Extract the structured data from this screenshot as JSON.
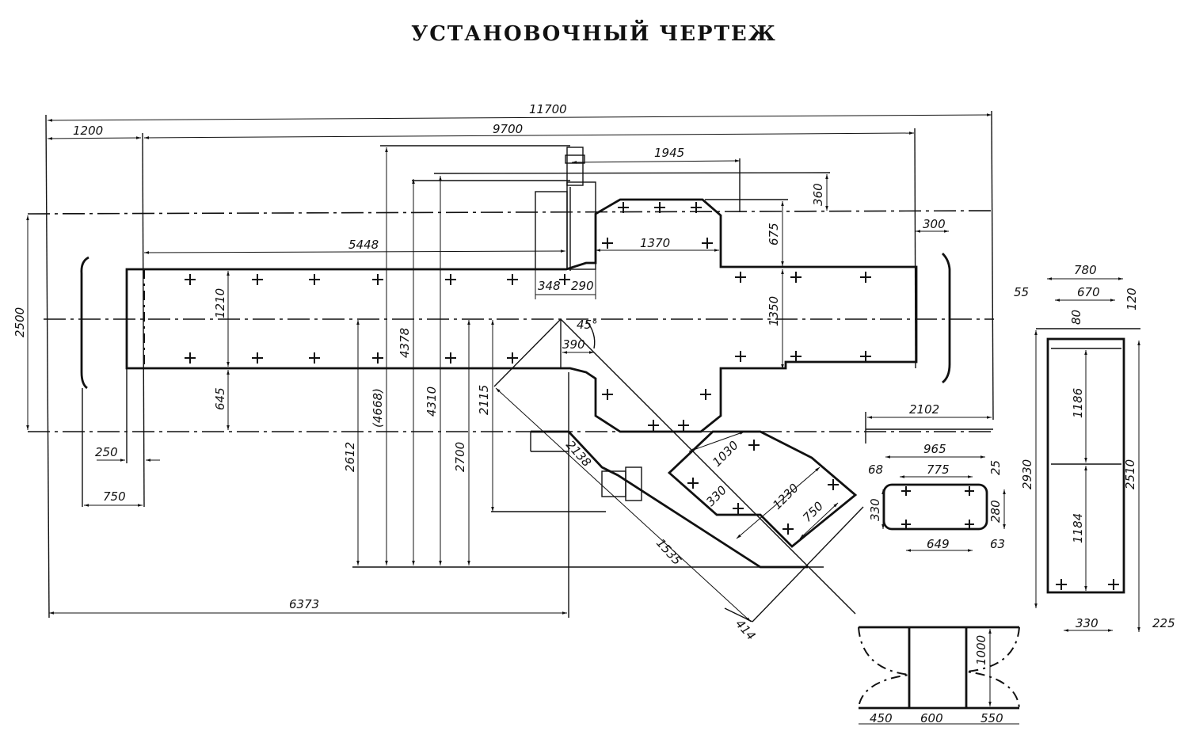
{
  "title": "УСТАНОВОЧНЫЙ ЧЕРТЕЖ",
  "main_plan": {
    "overall": {
      "total_length": "11700",
      "length_9700": "9700",
      "offset_1200": "1200",
      "offset_5448": "5448"
    },
    "top_unit": {
      "d_1945": "1945",
      "d_360": "360",
      "d_1370": "1370",
      "d_675": "675",
      "d_348": "348",
      "d_290": "290",
      "d_300": "300"
    },
    "verticals": {
      "d_2500": "2500",
      "d_1210": "1210",
      "d_645": "645",
      "d_1350": "1350",
      "d_2612": "2612",
      "d_4668": "(4668)",
      "d_4378": "4378",
      "d_4310": "4310",
      "d_2700": "2700",
      "d_2115": "2115"
    },
    "left_end": {
      "d_250": "250",
      "d_750": "750"
    },
    "bottom": {
      "d_6373": "6373",
      "d_2102": "2102"
    },
    "angled_unit": {
      "angle": "45°",
      "d_390": "390",
      "d_2138": "2138",
      "d_1535": "1535",
      "d_414": "414",
      "d_1030": "1030",
      "d_330": "330",
      "d_1230": "1230",
      "d_750": "750"
    }
  },
  "foundation_detail": {
    "d_965": "965",
    "d_775": "775",
    "d_68": "68",
    "d_25": "25",
    "d_330": "330",
    "d_280": "280",
    "d_649": "649",
    "d_63": "63"
  },
  "cabinet_detail": {
    "d_780": "780",
    "d_670": "670",
    "d_55": "55",
    "d_120": "120",
    "d_80": "80",
    "d_1186": "1186",
    "d_1184": "1184",
    "d_2930": "2930",
    "d_2510": "2510",
    "d_330": "330",
    "d_225": "225"
  },
  "door_swing_detail": {
    "d_450": "450",
    "d_600": "600",
    "d_550": "550",
    "d_1000": "1000"
  }
}
